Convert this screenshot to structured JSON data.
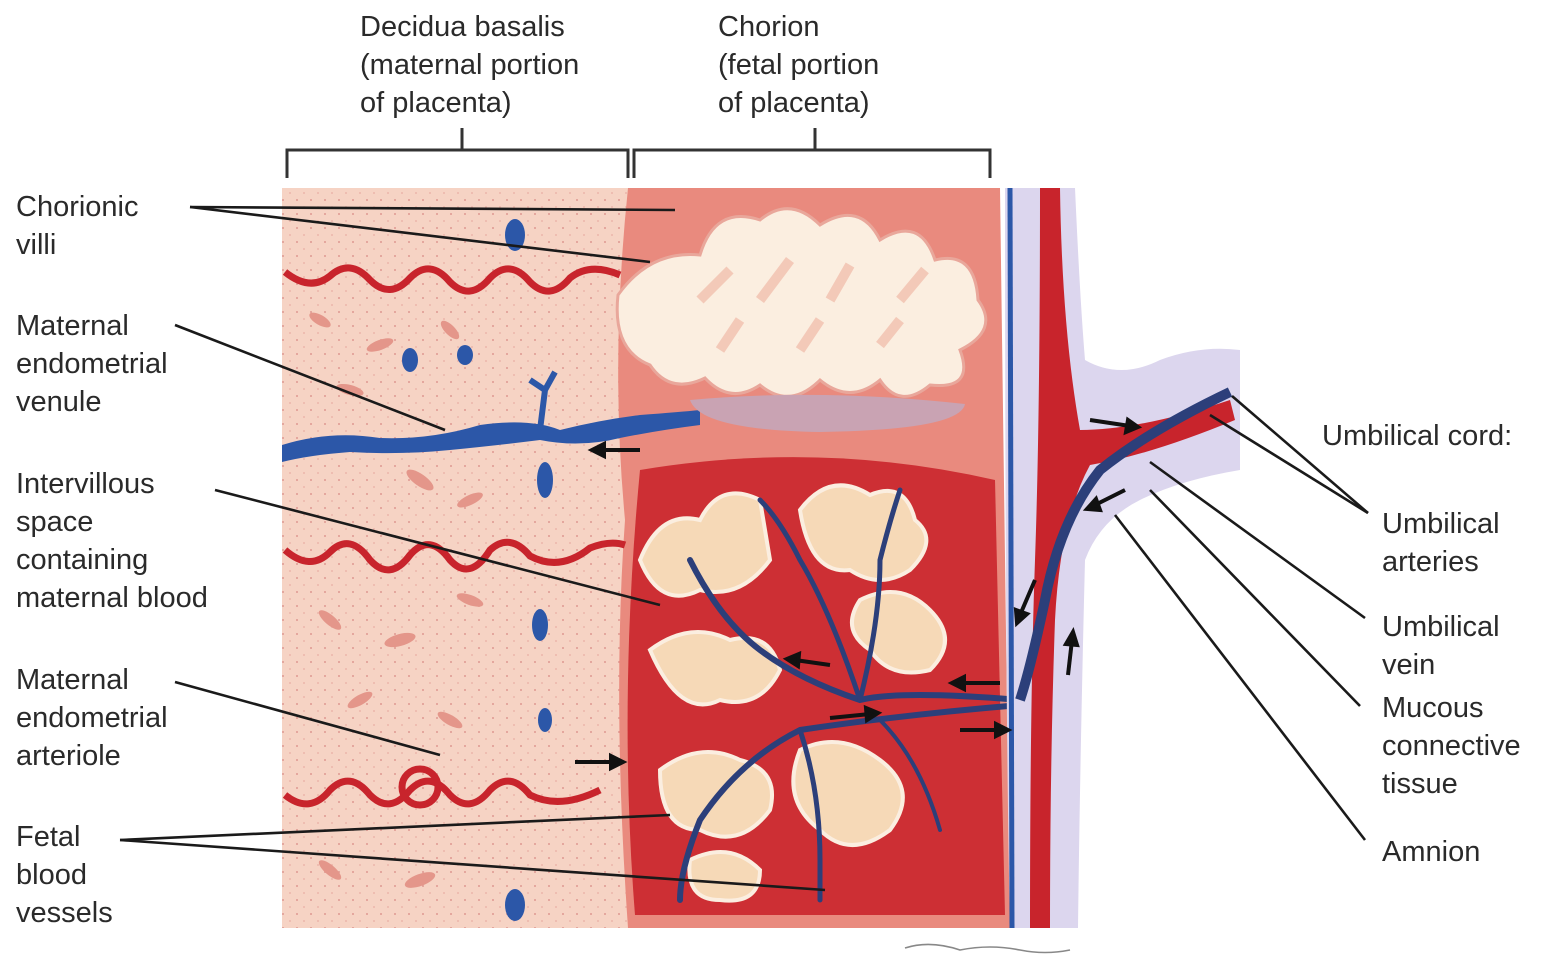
{
  "top_labels": {
    "decidua": "Decidua basalis\n(maternal portion\nof placenta)",
    "chorion": "Chorion\n(fetal portion\nof placenta)"
  },
  "left_labels": {
    "chorionic_villi": "Chorionic\nvilli",
    "venule": "Maternal\nendometrial\nvenule",
    "intervillous": "Intervillous\nspace\ncontaining\nmaternal blood",
    "arteriole": "Maternal\nendometrial\narteriole",
    "fetal_vessels": "Fetal\nblood\nvessels"
  },
  "right_labels": {
    "cord": "Umbilical cord:",
    "arteries": "Umbilical\narteries",
    "vein": "Umbilical\nvein",
    "mucous": "Mucous\nconnective\ntissue",
    "amnion": "Amnion"
  },
  "colors": {
    "decidua_bg": "#f6d3c4",
    "chorion_bg": "#e98a7e",
    "villus_pale": "#fbeee0",
    "blood_red": "#c8242c",
    "vein_blue": "#2c57a8",
    "cord_lavender": "#dcd6ee"
  }
}
